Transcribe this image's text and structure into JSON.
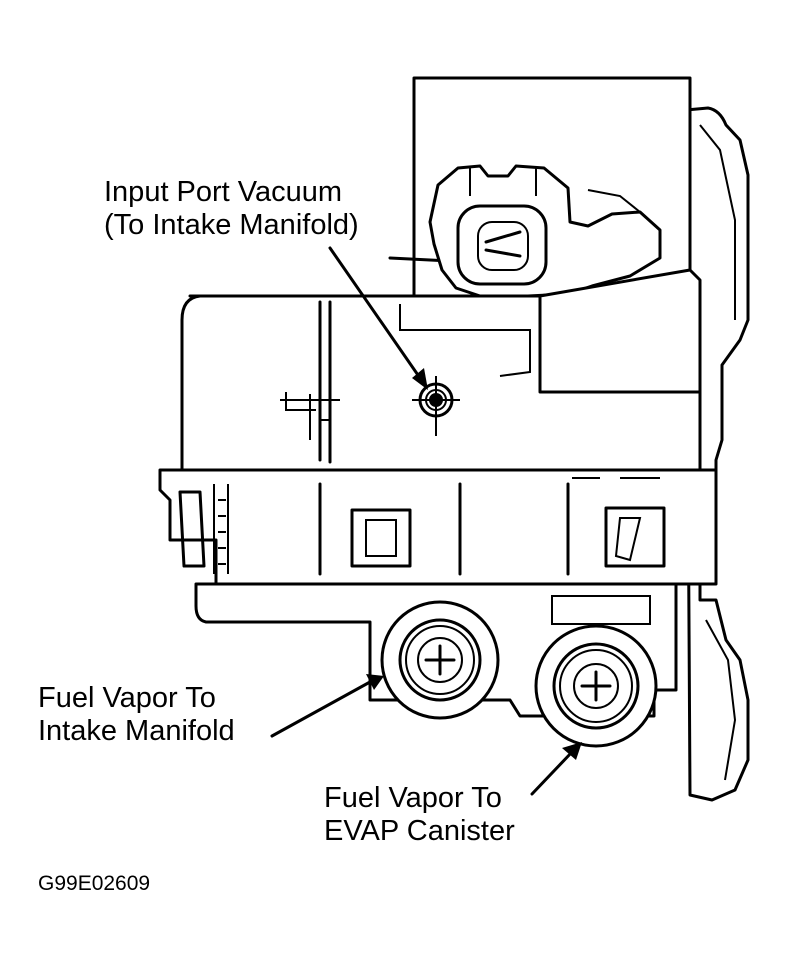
{
  "labels": {
    "input_port_line1": "Input Port Vacuum",
    "input_port_line2": "(To Intake Manifold)",
    "fuel_intake_line1": "Fuel Vapor To",
    "fuel_intake_line2": "Intake Manifold",
    "fuel_evap_line1": "Fuel Vapor To",
    "fuel_evap_line2": "EVAP Canister"
  },
  "figure_code": "G99E02609"
}
